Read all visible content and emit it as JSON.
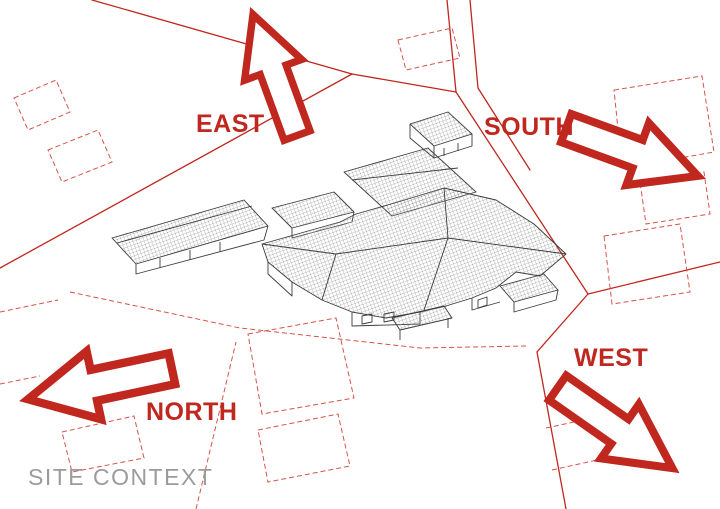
{
  "diagram": {
    "title": "SITE CONTEXT",
    "direction_labels": [
      {
        "id": "east",
        "text": "EAST"
      },
      {
        "id": "south",
        "text": "SOUTH"
      },
      {
        "id": "north",
        "text": "NORTH"
      },
      {
        "id": "west",
        "text": "WEST"
      }
    ],
    "icons": [
      {
        "name": "arrow-east-icon",
        "points": "up-left"
      },
      {
        "name": "arrow-south-icon",
        "points": "right-down"
      },
      {
        "name": "arrow-north-icon",
        "points": "left-down"
      },
      {
        "name": "arrow-west-icon",
        "points": "down-right"
      }
    ],
    "colors": {
      "arrow_red": "#c0271e",
      "road_red": "#c0271e",
      "dashed_parcel_red": "#d4544b",
      "building_ink": "#3c3c3c",
      "title_gray": "#9b9b9b",
      "background": "#ffffff"
    }
  }
}
